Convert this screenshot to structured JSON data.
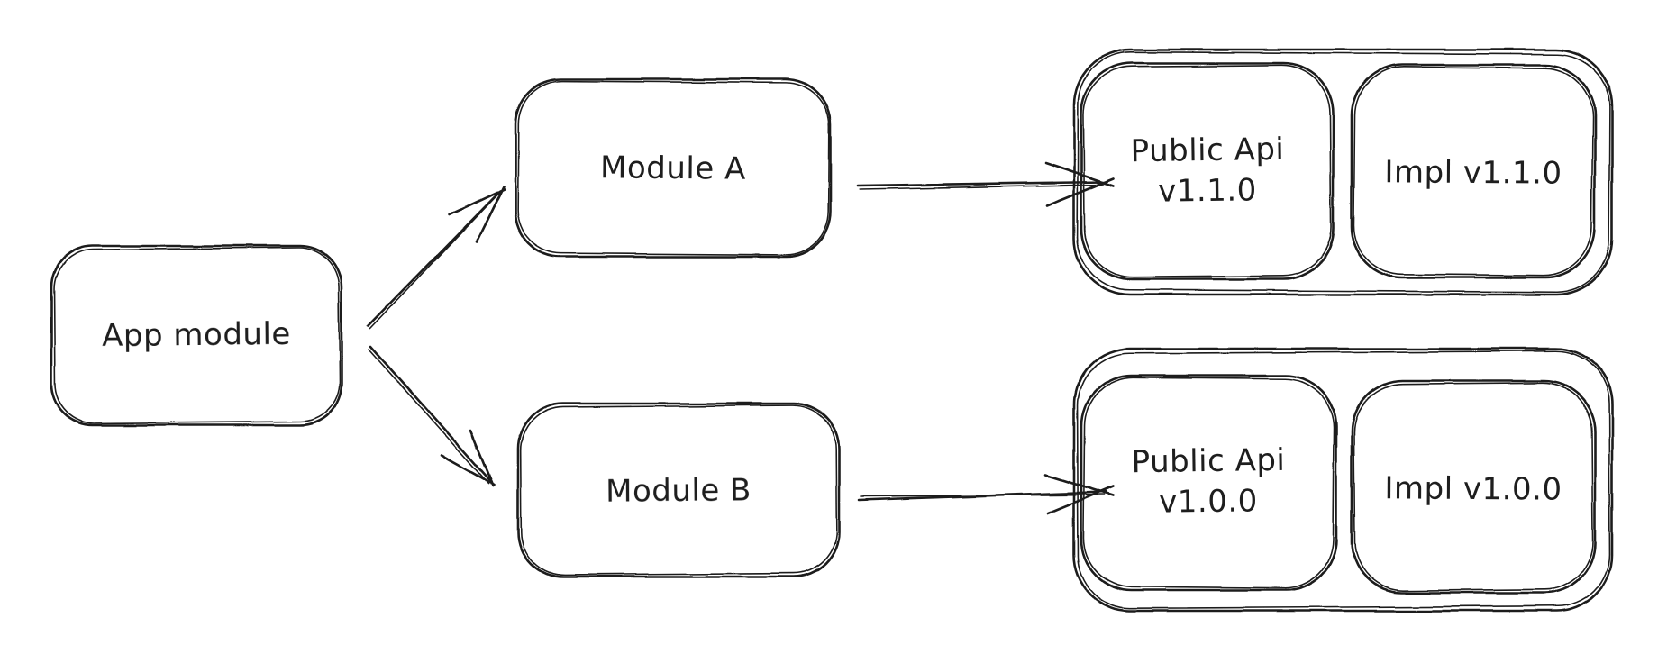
{
  "canvas": {
    "background_color": "#ffffff",
    "stroke_color": "#1e1e1e",
    "style": "hand-drawn whiteboard diagram"
  },
  "nodes": {
    "app_module": {
      "label": "App module"
    },
    "module_a": {
      "label": "Module A"
    },
    "module_b": {
      "label": "Module B"
    },
    "package_a": {
      "public_api": {
        "title": "Public Api",
        "version": "v1.1.0"
      },
      "impl": {
        "label": "Impl v1.1.0"
      }
    },
    "package_b": {
      "public_api": {
        "title": "Public Api",
        "version": "v1.0.0"
      },
      "impl": {
        "label": "Impl v1.0.0"
      }
    }
  },
  "edges": [
    {
      "from": "App module",
      "to": "Module A"
    },
    {
      "from": "App module",
      "to": "Module B"
    },
    {
      "from": "Module A",
      "to": "Public Api v1.1.0"
    },
    {
      "from": "Module B",
      "to": "Public Api v1.0.0"
    }
  ]
}
